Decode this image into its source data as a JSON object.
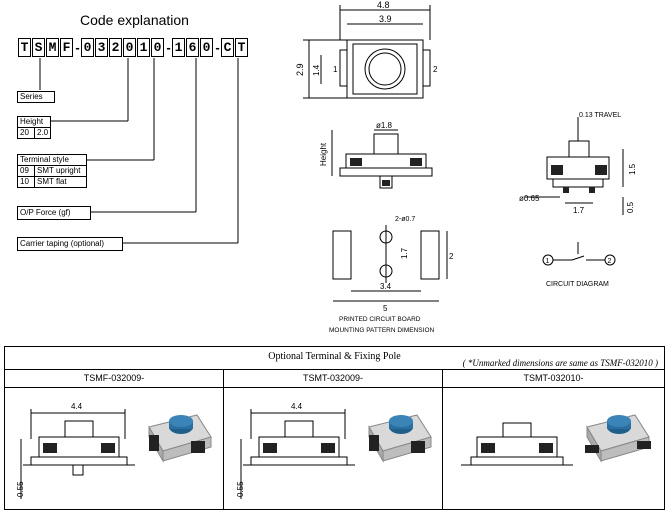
{
  "code_explanation": {
    "title": "Code explanation",
    "chars": [
      "T",
      "S",
      "M",
      "F",
      "-",
      "0",
      "3",
      "2",
      "0",
      "1",
      "0",
      "-",
      "1",
      "6",
      "0",
      "-",
      "C",
      "T"
    ],
    "series_label": "Series",
    "height": {
      "label": "Height",
      "rows": [
        {
          "code": "20",
          "value": "2.0"
        }
      ]
    },
    "terminal_style": {
      "label": "Terminal style",
      "rows": [
        {
          "code": "09",
          "value": "SMT upright"
        },
        {
          "code": "10",
          "value": "SMT flat"
        }
      ]
    },
    "op_force_label": "O/P Force (gf)",
    "carrier_label": "Carrier taping (optional)"
  },
  "drawings": {
    "top_view": {
      "width_outer": "4.8",
      "width_inner": "3.9",
      "height": "2.9",
      "inner_h": "1.4",
      "pin1": "1",
      "pin2": "2"
    },
    "side_view": {
      "diameter": "ø1.8",
      "height_label": "Height"
    },
    "travel_view": {
      "travel": "0.13 TRAVEL",
      "h": "1.5",
      "base": "0.5",
      "w": "1.7",
      "pin_d": "ø0.65"
    },
    "pcb": {
      "holes": "2-ø0.7",
      "pitch": "1.7",
      "pad_h": "2",
      "inner": "3.4",
      "outer": "5",
      "caption_1": "PRINTED CIRCUIT BOARD",
      "caption_2": "MOUNTING PATTERN DIMENSION"
    },
    "circuit": {
      "caption": "CIRCUIT DIAGRAM",
      "n1": "1",
      "n2": "2"
    }
  },
  "table": {
    "caption": "Optional Terminal & Fixing Pole",
    "note": "( *Unmarked dimensions are same as TSMF-032010 )",
    "columns": [
      {
        "title": "TSMF-032009-",
        "width_dim": "4.4",
        "height_dim": "0.55"
      },
      {
        "title": "TSMT-032009-",
        "width_dim": "4.4",
        "height_dim": "0.55"
      },
      {
        "title": "TSMT-032010-"
      }
    ]
  }
}
